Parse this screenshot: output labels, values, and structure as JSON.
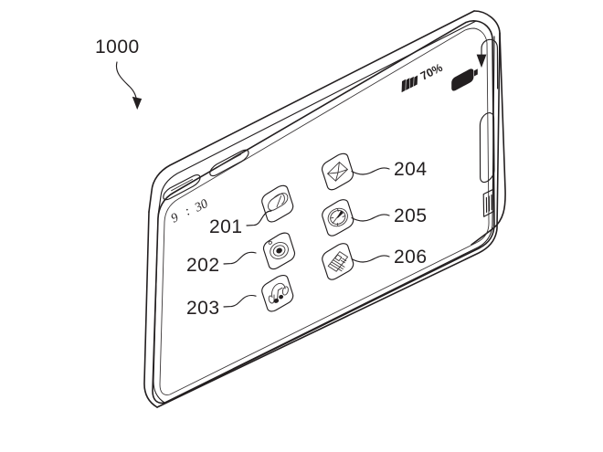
{
  "figure": {
    "type": "patent-line-drawing",
    "device_label": "1000",
    "device_name": "mobile-terminal",
    "background_color": "#ffffff",
    "line_color": "#231f20"
  },
  "status_bar": {
    "signal_icon": "signal-bars-icon",
    "battery_percent": "70%",
    "battery_icon": "battery-icon"
  },
  "clock": {
    "hour": "9",
    "separator": ":",
    "minute": "30"
  },
  "app_icons": [
    {
      "ref": "201",
      "name": "weather-app-icon",
      "glyph": "cloud-icon",
      "column": "left",
      "row": 1
    },
    {
      "ref": "202",
      "name": "camera-app-icon",
      "glyph": "camera-lens-icon",
      "column": "left",
      "row": 2
    },
    {
      "ref": "203",
      "name": "music-app-icon",
      "glyph": "headphones-music-note-icon",
      "column": "left",
      "row": 3
    },
    {
      "ref": "204",
      "name": "mail-app-icon",
      "glyph": "envelope-icon",
      "column": "right",
      "row": 1
    },
    {
      "ref": "205",
      "name": "compass-app-icon",
      "glyph": "compass-icon",
      "column": "right",
      "row": 2
    },
    {
      "ref": "206",
      "name": "news-app-icon",
      "glyph": "document-lines-icon",
      "column": "right",
      "row": 3
    }
  ],
  "reference_labels": [
    {
      "text": "1000",
      "name": "device-reference-label"
    },
    {
      "text": "201",
      "name": "reference-label-201"
    },
    {
      "text": "202",
      "name": "reference-label-202"
    },
    {
      "text": "203",
      "name": "reference-label-203"
    },
    {
      "text": "204",
      "name": "reference-label-204"
    },
    {
      "text": "205",
      "name": "reference-label-205"
    },
    {
      "text": "206",
      "name": "reference-label-206"
    }
  ],
  "hardware": {
    "side_buttons": [
      {
        "name": "volume-up-button"
      },
      {
        "name": "volume-down-button"
      }
    ],
    "edge_controls": [
      {
        "name": "back-arrow-button",
        "glyph": "back-arrow-icon"
      },
      {
        "name": "home-button",
        "glyph": "rounded-rect-icon"
      },
      {
        "name": "menu-button",
        "glyph": "menu-lines-icon"
      }
    ]
  }
}
